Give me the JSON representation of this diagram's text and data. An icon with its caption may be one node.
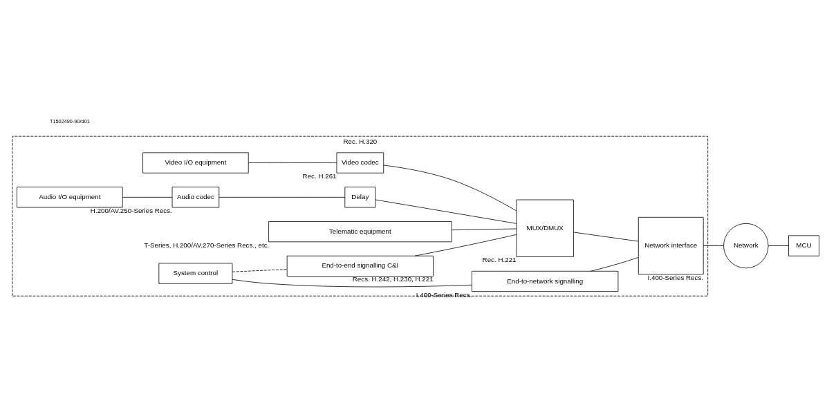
{
  "diagram": {
    "nodes": [
      {
        "text": [
          "Rec. H.320"
        ]
      },
      {
        "text": [
          "Video I/O equipment"
        ],
        "in": 0
      },
      {
        "text": [
          "Video codec"
        ],
        "in": 0,
        "beside": [
          "Rec. H.261"
        ]
      },
      {
        "text": [
          "MUX/DMUX"
        ],
        "in": 0,
        "beside": [
          "Rec. H.221"
        ]
      },
      {
        "text": [
          "Network interface"
        ],
        "in": 0,
        "beside": [
          "I.400-Series Recs."
        ]
      },
      {
        "text": [
          "Audio I/O equipment"
        ],
        "in": 0
      },
      {
        "text": [
          "Audio codec"
        ],
        "in": 0,
        "beside": [
          "H.200/AV.250-Series Recs."
        ]
      },
      {
        "text": [
          "Delay"
        ],
        "in": 0
      },
      {
        "text": [
          "Telematic equipment"
        ],
        "in": 0,
        "beside": [
          "T-Series, H.200/AV.270-Series Recs., etc."
        ]
      },
      {
        "text": [
          "System control"
        ],
        "in": 0
      },
      {
        "text": [
          "End-to-end signalling C&I"
        ],
        "in": 0,
        "beside": [
          "Recs. H.242, H.230, H.221"
        ]
      },
      {
        "text": [
          "End-to-network signalling"
        ],
        "in": 0,
        "beside": [
          "I.400-Series Recs."
        ]
      },
      {
        "text": [
          "Network"
        ]
      },
      {
        "text": [
          "MCU"
        ]
      }
    ],
    "edges": [
      {
        "from": 1,
        "to": 2,
        "arrow": "none"
      },
      {
        "from": 2,
        "to": 3,
        "arrow": "none"
      },
      {
        "from": 5,
        "to": 6,
        "arrow": "none"
      },
      {
        "from": 6,
        "to": 7,
        "arrow": "none"
      },
      {
        "from": 7,
        "to": 3,
        "arrow": "none"
      },
      {
        "from": 8,
        "to": 3,
        "arrow": "none"
      },
      {
        "from": 9,
        "to": 10,
        "arrow": "none",
        "style": "dashed"
      },
      {
        "from": 10,
        "to": 3,
        "arrow": "none"
      },
      {
        "from": 9,
        "to": 11,
        "arrow": "none"
      },
      {
        "from": 11,
        "to": 4,
        "arrow": "none"
      },
      {
        "from": 3,
        "to": 4,
        "arrow": "none"
      },
      {
        "from": 4,
        "to": 12,
        "arrow": "none"
      },
      {
        "from": 12,
        "to": 13,
        "arrow": "none"
      }
    ],
    "labels": [
      "T1502490-90/d01"
    ]
  }
}
